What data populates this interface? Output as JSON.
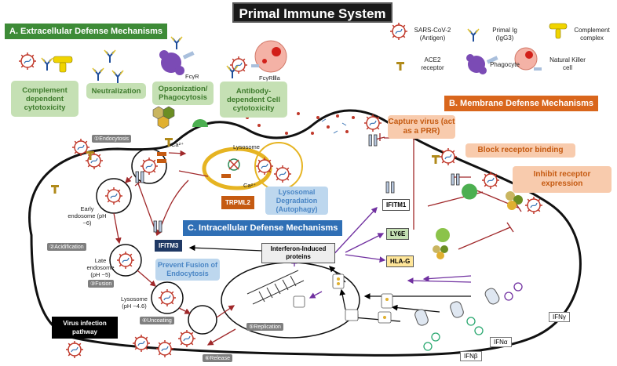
{
  "title": "Primal Immune System",
  "sections": {
    "a": "A. Extracellular Defense Mechanisms",
    "b": "B. Membrane Defense Mechanisms",
    "c": "C. Intracellular Defense Mechanisms"
  },
  "extracellular": [
    "Complement dependent cytotoxicity",
    "Neutralization",
    "Opsonization/ Phagocytosis",
    "Antibody-dependent Cell cytotoxicity"
  ],
  "receptors": {
    "fcyr": "FcγR",
    "fcyr3a": "FcγRⅢa"
  },
  "legend": {
    "sars": "SARS-CoV-2 (Antigen)",
    "igg": "Primal Ig (IgG3)",
    "complement": "Complement complex",
    "ace2": "ACE2 receptor",
    "phagocyte": "Phagocyte",
    "nk": "Natural Killer cell"
  },
  "membrane": {
    "capture": "Capture virus (act as a PRR)",
    "block": "Block receptor binding",
    "inhibit": "Inhibit receptor expression"
  },
  "proteins": {
    "ifitm1": "IFITM1",
    "ifitm3": "IFITM3",
    "ly6e": "LY6E",
    "hlag": "HLA-G",
    "isp": "Interferon-Induced proteins",
    "trpml2": "TRPML2"
  },
  "intracellular": {
    "lyso_deg": "Lysosomal Degradation (Autophagy)",
    "prevent": "Prevent Fusion of Endocytosis"
  },
  "labels": {
    "lysosome": "Lysosome",
    "ca": "Ca²⁺",
    "early": "Early endosome (pH ~6)",
    "late": "Late endosome (pH ~5)",
    "lyso2": "Lysosome (pH ~4.6)"
  },
  "steps": {
    "s1": "①Endocytosis",
    "s2": "②Acidification",
    "s3": "③Fusion",
    "s4": "④Uncoating",
    "s5": "⑤Replication",
    "s6": "⑥Release"
  },
  "pathway": "Virus infection pathway",
  "ifn": {
    "gamma": "IFNγ",
    "alpha": "IFNα",
    "beta": "IFNβ"
  },
  "colors": {
    "green_section": "#3d8b37",
    "orange_section": "#d9661c",
    "blue_section": "#2f6fb5",
    "virus": "#c0392b",
    "interferon_arrow": "#7030a0"
  }
}
